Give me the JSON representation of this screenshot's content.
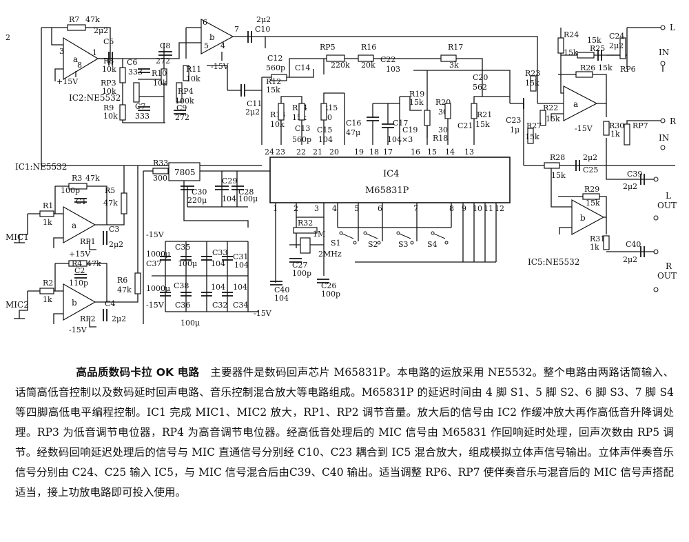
{
  "title": "高品质数码卡拉 OK 电路",
  "description": "主要器件是数码回声芯片 M65831P。本电路的运放采用 NE5532。整个电路由两路话筒输入、话筒高低音控制以及数码延时回声电路、音乐控制混合放大等电路组成。M65831P 的延迟时间由 4 脚 S1、5 脚 S2、6 脚 S3、7 脚 S4 等四脚高低电平编程控制。IC1 完成 MIC1、MIC2 放大，RP1、RP2 调节音量。放大后的信号由 IC2 作缓冲放大再作高低音升降调处理。RP3 为低音调节电位器，RP4 为高音调节电位器。经高低音处理后的 MIC 信号由 M65831 作回响延时处理，回声次数由 RP5 调节。经数码回响延迟处理后的信号与 MIC 直通信号分别经 C10、C23 耦合到 IC5 混合放大，组成模拟立体声信号输出。立体声伴奏音乐信号分别由 C24、C25 输入 IC5，与 MIC 信号混合后由C39、C40 输出。适当调整 RP6、RP7 使伴奏音乐与混音后的 MIC 信号声搭配适当，接上功放电路即可投入使用。",
  "schematic": {
    "ics": {
      "ic1": "IC1:NE5532",
      "ic2": "IC2:NE5532",
      "ic4": "IC4",
      "ic4_part": "M65831P",
      "ic5": "IC5:NE5532",
      "regulator": "7805"
    },
    "opamp_units": {
      "a": "a",
      "b": "b"
    },
    "ic4_pins_top": [
      "24",
      "23",
      "22",
      "21",
      "20",
      "19",
      "18",
      "17",
      "16",
      "15",
      "14",
      "13"
    ],
    "ic4_pins_bottom": [
      "1",
      "2",
      "3",
      "4",
      "5",
      "6",
      "7",
      "8",
      "9",
      "10",
      "11",
      "12"
    ],
    "switches": [
      "S1",
      "S2",
      "S3",
      "S4"
    ],
    "ports": {
      "mic1": "MIC1",
      "mic2": "MIC2",
      "l_in": "L",
      "in1": "IN",
      "r_in": "R",
      "in2": "IN",
      "l_out": "L",
      "out1": "OUT",
      "r_out": "R",
      "out2": "OUT"
    },
    "supply": {
      "p15_ic2": "-15V",
      "p15_ic2a": "+15V",
      "p15_ic1": "+15V",
      "m15_ic1": "-15V",
      "m15_ic5": "-15V",
      "m15_left": "-15V",
      "m15_left2": "-15V",
      "m15_bottom": "-15V"
    },
    "labels": {
      "r7": "R7",
      "r7v": "47k",
      "c5": "C5",
      "c5v": "2μ2",
      "r8": "R8",
      "r8v": "10k",
      "c6": "C6",
      "c6v": "333",
      "c8": "C8",
      "c8v": "272",
      "r10": "R10",
      "r10v": "10k",
      "r11": "R11",
      "r11v": "10k",
      "rp3": "RP3",
      "rp3v": "10k",
      "rp4": "RP4",
      "rp4v": "100k",
      "c7": "C7",
      "c7v": "333",
      "c9": "C9",
      "c9v": "272",
      "r9": "R9",
      "r9v": "10k",
      "c10": "C10",
      "c10v": "2μ2",
      "c11": "C11",
      "c11v": "2μ2",
      "c12": "C12",
      "c12v": "560p",
      "c14": "C14",
      "rp5": "RP5",
      "rp5v": "220k",
      "r16": "R16",
      "r16v": "20k",
      "c22": "C22",
      "c22v": "103",
      "r17": "R17",
      "r17v": "3k",
      "r12": "R12",
      "r12v": "15k",
      "r13": "R13",
      "r13v": "10k",
      "r14": "R14",
      "r14v": "15k",
      "c13": "C13",
      "c13v": "560p",
      "r15": "R15",
      "r15v": "30",
      "c15": "C15",
      "c15v": "104",
      "c16": "C16",
      "c16v": "47μ",
      "c17": "C17",
      "c19": "C19",
      "c17v": "104×3",
      "r19": "R19",
      "r19v": "15k",
      "r20": "R20",
      "r20v": "30",
      "r18": "R18",
      "r18v": "30",
      "c20": "C20",
      "c20v": "562",
      "c21": "C21",
      "r21": "R21",
      "r21v": "15k",
      "c23": "C23",
      "c23v": "1μ",
      "r24": "R24",
      "r24v": "15k",
      "r25": "R25",
      "r25v": "15k",
      "c24": "C24",
      "c24v": "2μ2",
      "rp6": "RP6",
      "r23": "R23",
      "r23v": "15k",
      "r26": "R26",
      "r26v": "15k",
      "r22": "R22",
      "r22v": "15k",
      "r27": "R27",
      "r27v": "15k",
      "r30": "R30",
      "r30v": "1k",
      "rp7": "RP7",
      "r28": "R28",
      "r28v": "15k",
      "c25": "C25",
      "c25v": "2μ2",
      "c39": "C39",
      "c39v": "2μ2",
      "r29": "R29",
      "r29v": "15k",
      "r31": "R31",
      "r31v": "1k",
      "c40b": "C40",
      "c40bv": "2μ2",
      "r33": "R33",
      "r33v": "300",
      "c30": "C30",
      "c30v": "220μ",
      "c29": "C29",
      "c29v": "104",
      "c28": "C28",
      "c28v": "100μ",
      "r32": "R32",
      "r32v": "1M",
      "c27": "C27",
      "c27v": "100p",
      "xtal": "2MHz",
      "c40": "C40",
      "c40v": "104",
      "c26": "C26",
      "c26v": "100p",
      "r3": "R3",
      "r3v": "47k",
      "c1": "C1",
      "c1v": "100p",
      "r5": "R5",
      "r5v": "47k",
      "r1": "R1",
      "r1v": "1k",
      "rp1": "RP1",
      "c3": "C3",
      "c3v": "2μ2",
      "r4": "R4",
      "r4v": "47k",
      "c2": "C2",
      "c2v": "110p",
      "r2": "R2",
      "r2v": "1k",
      "r6": "R6",
      "r6v": "47k",
      "c4": "C4",
      "c4v": "2μ2",
      "rp2": "RP2",
      "c35": "C35",
      "c33": "C33",
      "c31": "C31",
      "c37": "C37",
      "c38": "C38",
      "c36": "C36",
      "c32": "C32",
      "c34": "C34",
      "c1000a": "1000μ",
      "c1000b": "1000μ",
      "c100u": "100μ",
      "c104a": "104",
      "c104b": "104",
      "c104c": "104",
      "c104d": "104",
      "c100ub": "100μ"
    }
  }
}
